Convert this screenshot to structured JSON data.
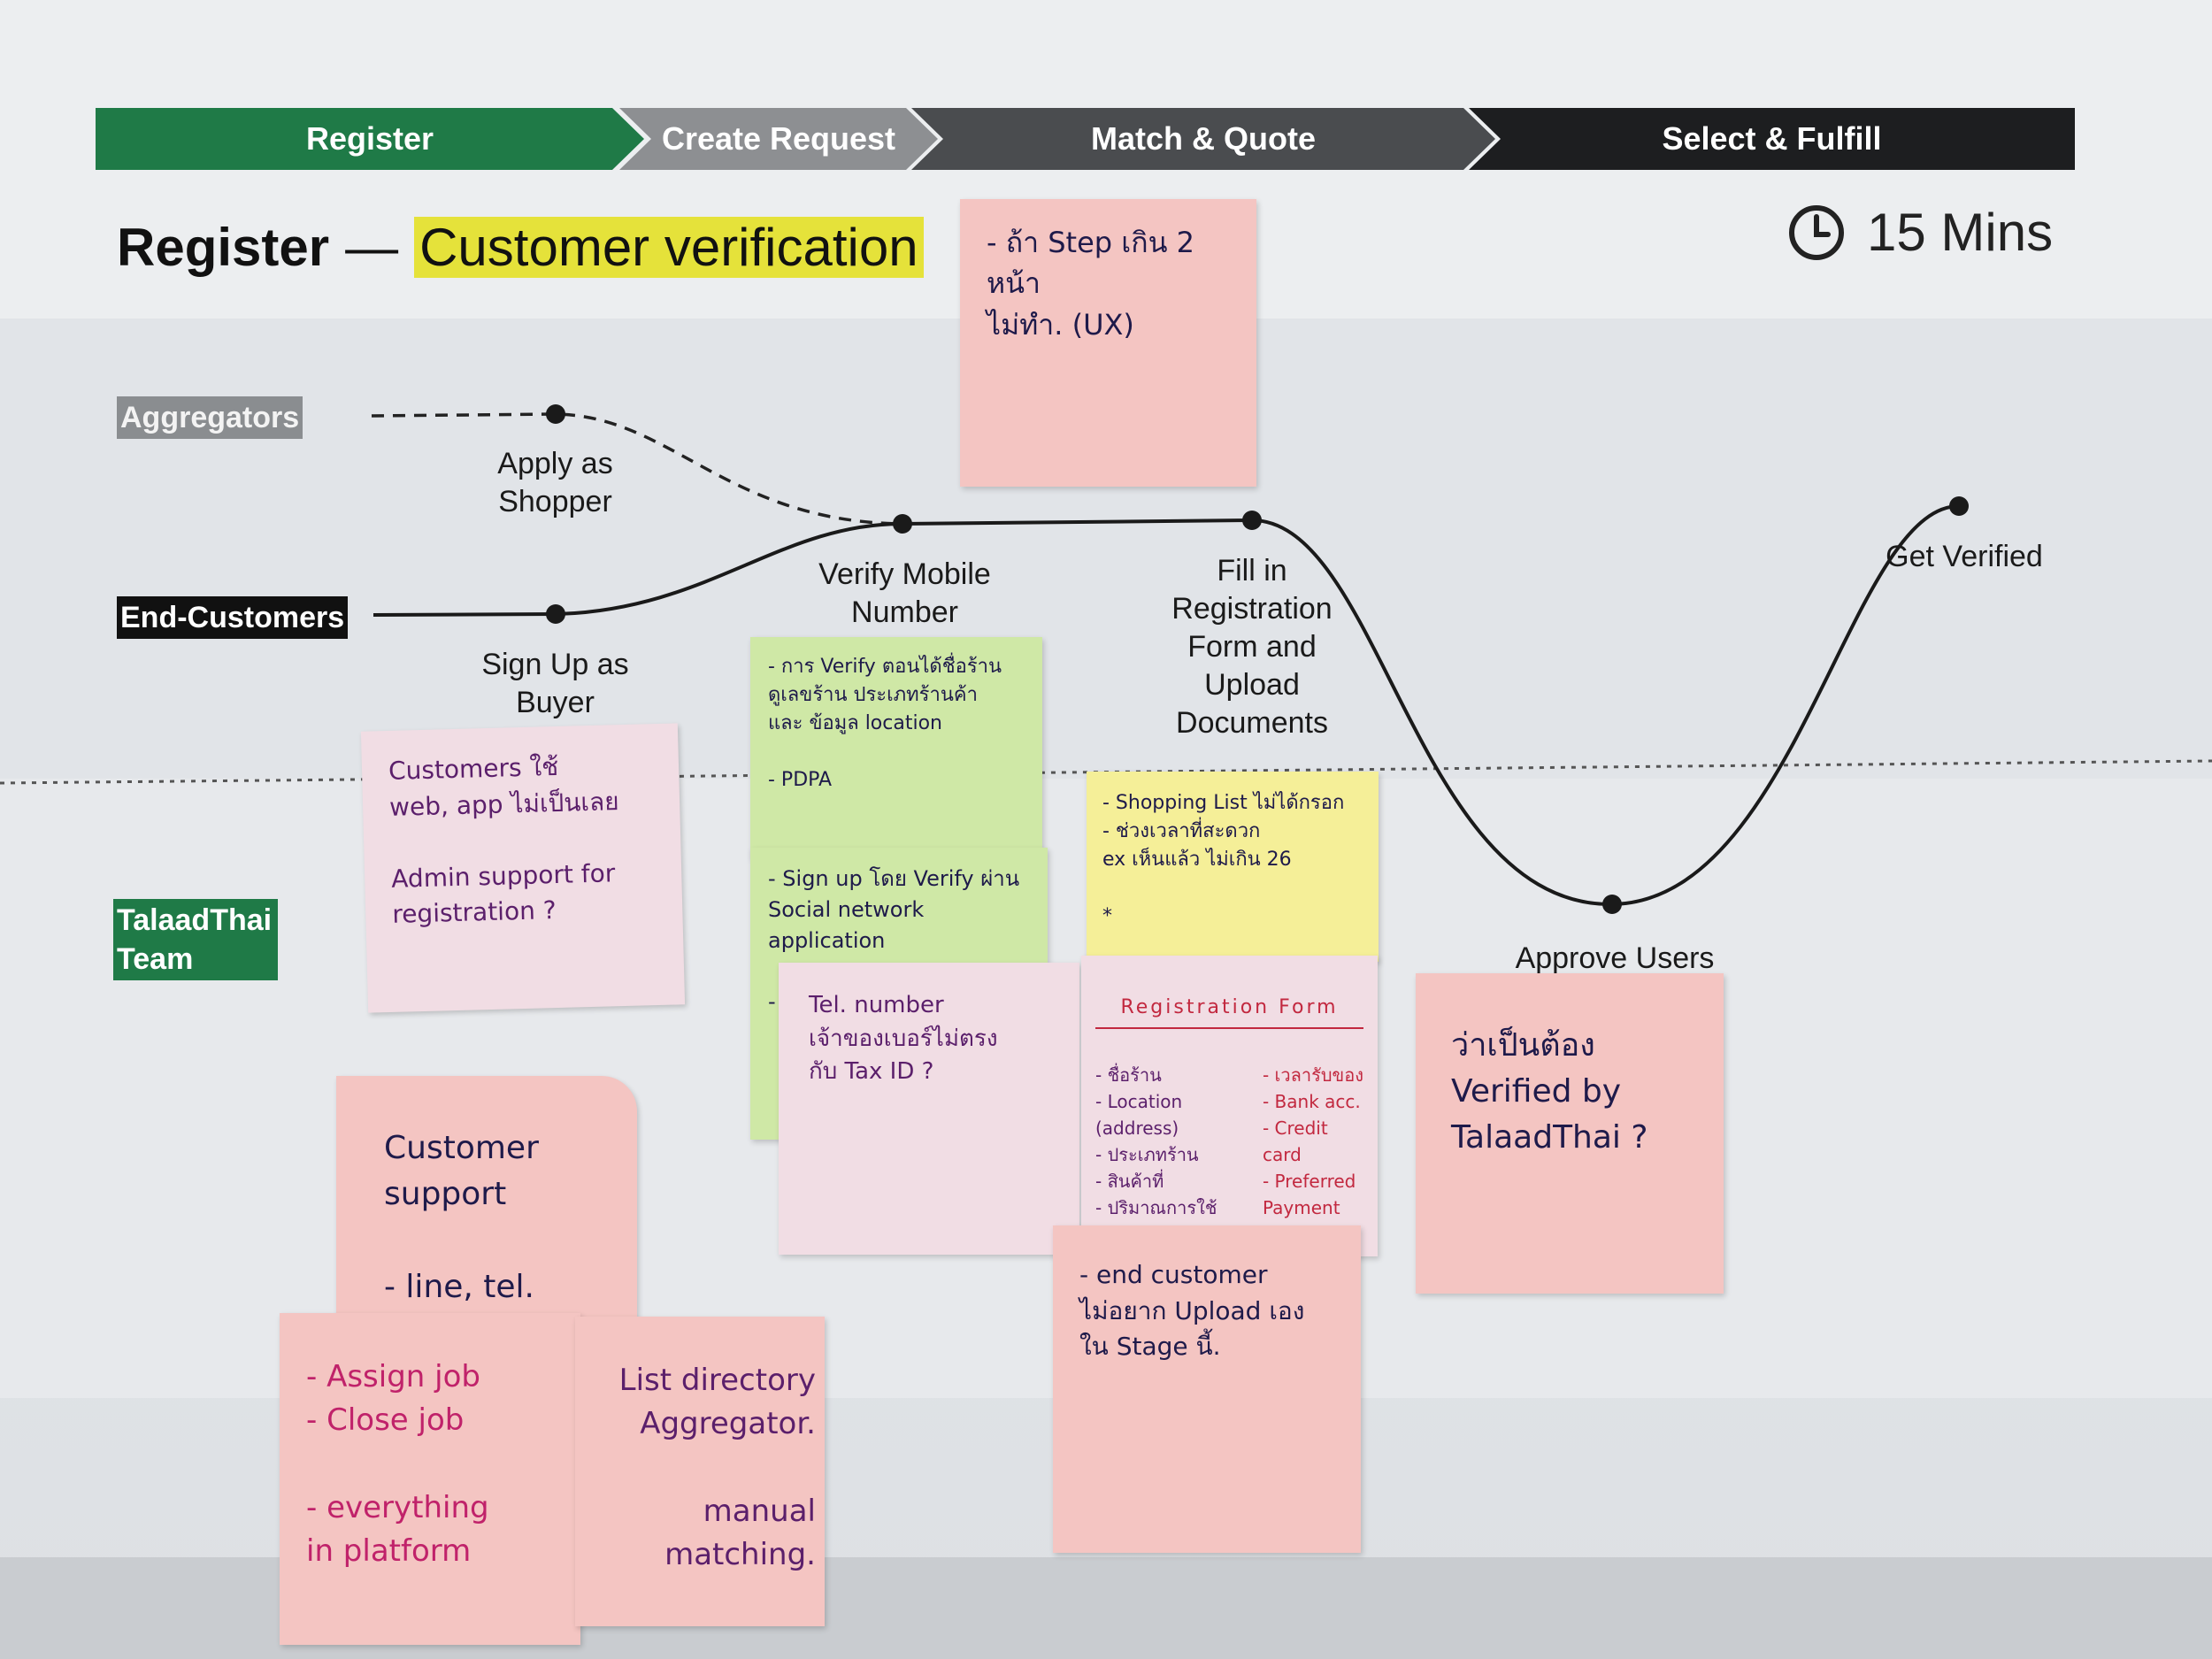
{
  "stages": [
    {
      "label": "Register",
      "color": "#1f7a47"
    },
    {
      "label": "Create Request",
      "color": "#8d8f92"
    },
    {
      "label": "Match & Quote",
      "color": "#4a4c4f"
    },
    {
      "label": "Select & Fulfill",
      "color": "#1d1e20"
    }
  ],
  "title": {
    "main": "Register",
    "dash": "—",
    "highlight": "Customer verification"
  },
  "timer": {
    "icon": "clock-icon",
    "label": "15 Mins"
  },
  "lanes": {
    "aggregators": "Aggregators",
    "end_customers": "End-Customers",
    "talaadthai": "TalaadThai\nTeam"
  },
  "steps": {
    "apply": "Apply as\nShopper",
    "signup": "Sign Up as\nBuyer",
    "verify": "Verify Mobile\nNumber",
    "fill": "Fill in\nRegistration\nForm and\nUpload\nDocuments",
    "approve": "Approve Users",
    "verified": "Get Verified"
  },
  "notes": {
    "ux": "- ถ้า Step เกิน 2 หน้า\n  ไม่ทำ. (UX)",
    "customers": "Customers ใช้\nweb, app ไม่เป็นเลย\n\nAdmin support for\nregistration ?",
    "verify_green": "- การ Verify ตอนได้ชื่อร้าน\n  ดูเลขร้าน ประเภทร้านค้า\n  และ ข้อมูล location\n\n- PDPA",
    "signup_green": "- Sign up โดย Verify ผ่าน\n  Social network application\n\n-",
    "tel": "Tel. number\nเจ้าของเบอร์ไม่ตรง\nกับ Tax ID ?",
    "shopping": "- Shopping List ไม่ได้กรอก\n- ช่วงเวลาที่สะดวก\n    ex เห็นแล้ว ไม่เกิน 26\n\n*",
    "form_title": "Registration Form",
    "form_left": "- ชื่อร้าน\n- Location\n  (address)\n- ประเภทร้าน\n- สินค้าที่\n- ปริมาณการใช้\n- ขอบเขตของ",
    "form_right": "- เวลารับของ\n- Bank acc.\n- Credit\n  card\n- Preferred\n  Payment\n  method",
    "end_upload": "- end customer\n  ไม่อยาก Upload เอง\n  ใน Stage นี้.",
    "verified_by": "ว่าเป็นต้อง\nVerified by\nTalaadThai ?",
    "support": "Customer\nsupport\n\n- line, tel.",
    "assign": "- Assign job\n- Close job\n\n- everything\n  in platform",
    "directory": "List directory\nAggregator.\n\nmanual matching."
  }
}
